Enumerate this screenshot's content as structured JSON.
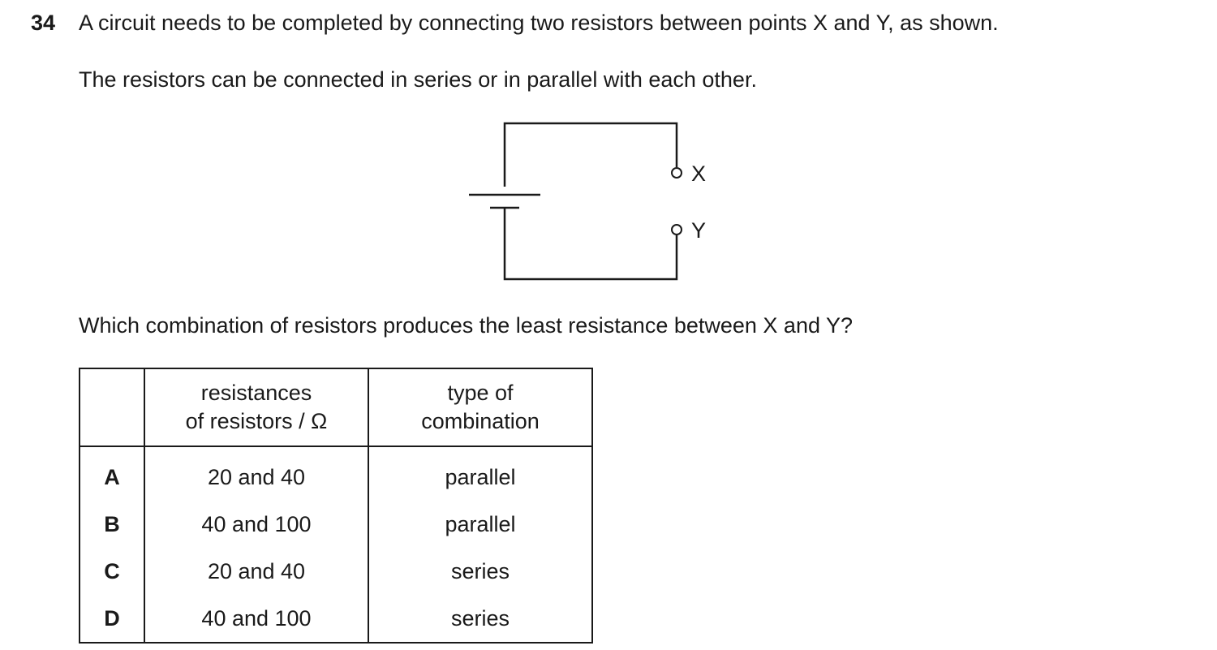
{
  "question": {
    "number": "34",
    "line1": "A circuit needs to be completed by connecting two resistors between points X and Y, as shown.",
    "line2": "The resistors can be connected in series or in parallel with each other.",
    "prompt": "Which combination of resistors produces the least resistance between X and Y?"
  },
  "diagram": {
    "label_x": "X",
    "label_y": "Y"
  },
  "table": {
    "headers": {
      "resistances_line1": "resistances",
      "resistances_line2": "of resistors / Ω",
      "type_line1": "type of",
      "type_line2": "combination"
    },
    "rows": [
      {
        "letter": "A",
        "resistances": "20 and 40",
        "type": "parallel"
      },
      {
        "letter": "B",
        "resistances": "40 and 100",
        "type": "parallel"
      },
      {
        "letter": "C",
        "resistances": "20 and 40",
        "type": "series"
      },
      {
        "letter": "D",
        "resistances": "40 and 100",
        "type": "series"
      }
    ]
  }
}
